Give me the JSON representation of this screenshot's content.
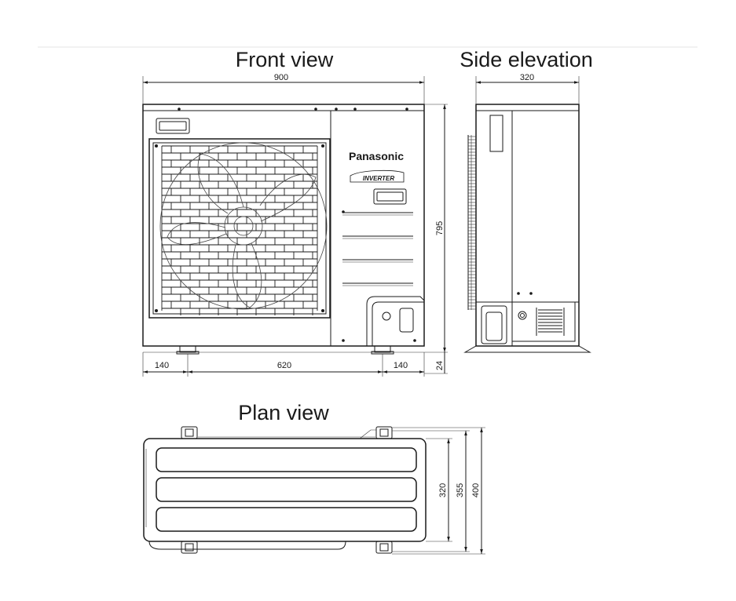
{
  "views": {
    "front": {
      "title": "Front view",
      "dim_width": "900",
      "dim_height": "795",
      "dim_foot": "24",
      "dim_left": "140",
      "dim_center": "620",
      "dim_right": "140",
      "brand": "Panasonic",
      "badge": "INVERTER"
    },
    "side": {
      "title": "Side elevation",
      "dim_depth": "320"
    },
    "plan": {
      "title": "Plan view",
      "dim_320": "320",
      "dim_355": "355",
      "dim_400": "400"
    }
  },
  "icons": [
    "fan-icon",
    "grille-icon",
    "panasonic-logo",
    "inverter-badge"
  ],
  "colors": {
    "line": "#1a1a1a",
    "background": "#ffffff"
  }
}
